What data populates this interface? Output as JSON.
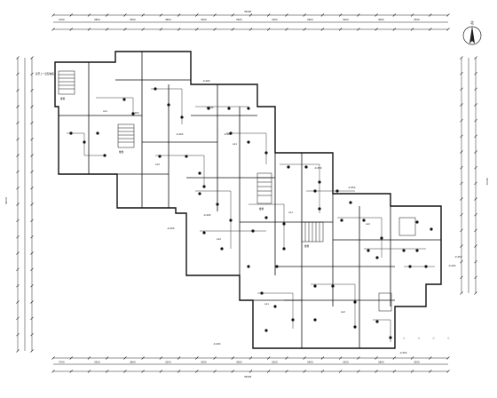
{
  "drawing": {
    "north_label": "北",
    "dimension_top_total": "38400",
    "dimension_bottom_total": "38400",
    "dimension_left_total": "34200",
    "dimension_right_total": "34200",
    "top_dims": [
      "1500",
      "3800",
      "3500",
      "3800",
      "3200",
      "3900",
      "3300",
      "3900",
      "3200",
      "4000",
      "3300"
    ],
    "bottom_dims": [
      "2700",
      "3500",
      "3800",
      "3200",
      "3300",
      "3900",
      "3200",
      "3900",
      "3300",
      "3800",
      "3500"
    ],
    "floor_labels": [
      "-0.450",
      "-0.400",
      "-0.400",
      "-0.400",
      "-0.450",
      "-0.400",
      "-0.400",
      "-0.450",
      "-0.400",
      "-0.400",
      "-0.450",
      "-0.450",
      "-0.400"
    ],
    "stair_labels": [
      "楼梯",
      "楼梯",
      "楼梯",
      "楼梯"
    ],
    "panel_labels": [
      "AL1",
      "AL2",
      "AL1",
      "AL2",
      "AL1",
      "AL2",
      "AL1",
      "AL2"
    ],
    "note_label": "接至上一层配电箱"
  }
}
